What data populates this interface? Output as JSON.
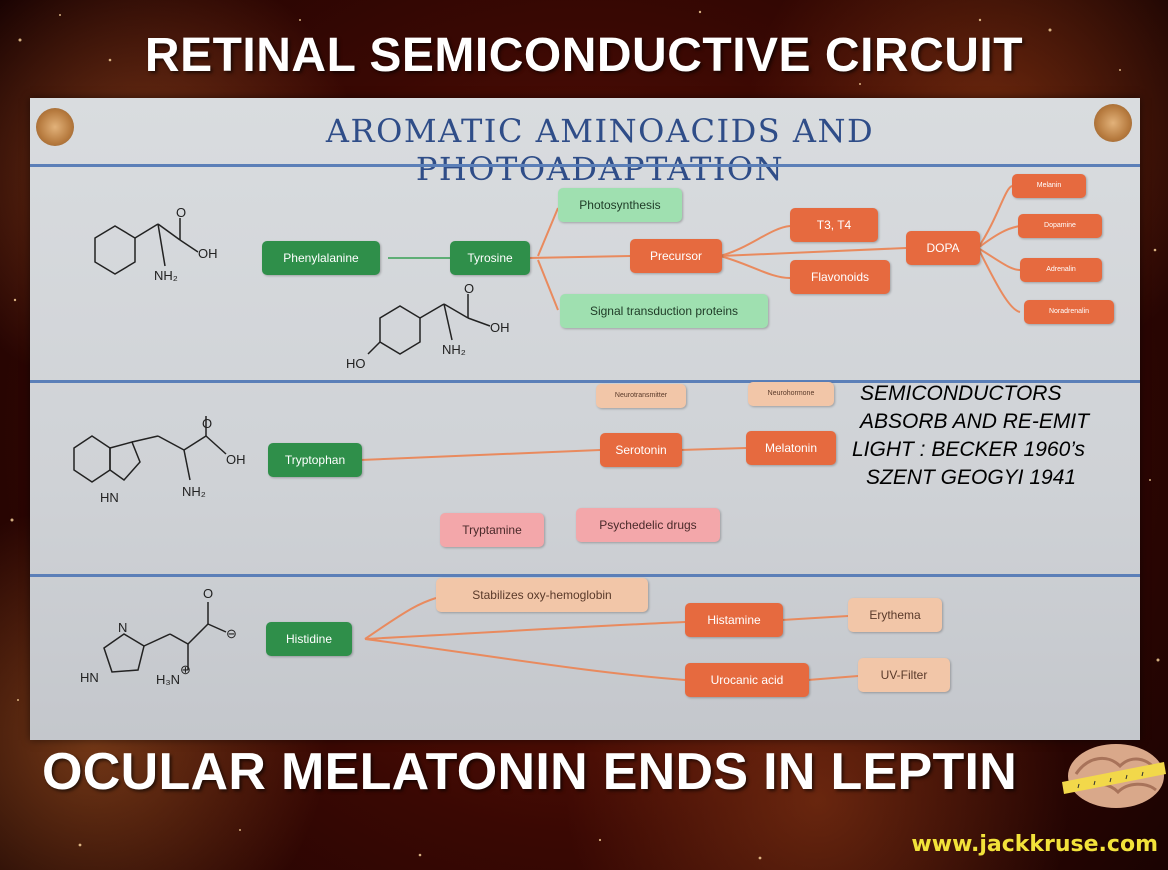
{
  "header": {
    "title": "RETINAL SEMICONDUCTIVE CIRCUIT"
  },
  "footer": {
    "title": "OCULAR MELATONIN ENDS IN LEPTIN",
    "website": "www.jackkruse.com"
  },
  "poster": {
    "title": "AROMATIC AMINOACIDS AND PHOTOADAPTATION",
    "nodes": {
      "phenylalanine": "Phenylalanine",
      "tyrosine": "Tyrosine",
      "photosynthesis": "Photosynthesis",
      "signal": "Signal transduction proteins",
      "precursor": "Precursor",
      "t3t4": "T3, T4",
      "flavonoids": "Flavonoids",
      "dopa": "DOPA",
      "melanin": "Melanin",
      "dopamine": "Dopamine",
      "adrenalin": "Adrenalin",
      "noradrenalin": "Noradrenalin",
      "tryptophan": "Tryptophan",
      "neurotransmitter": "Neurotransmitter",
      "neurohormone": "Neurohormone",
      "serotonin": "Serotonin",
      "melatonin": "Melatonin",
      "tryptamine": "Tryptamine",
      "psychedelic": "Psychedelic drugs",
      "histidine": "Histidine",
      "stabilizes": "Stabilizes oxy-hemoglobin",
      "histamine": "Histamine",
      "erythema": "Erythema",
      "urocanic": "Urocanic acid",
      "uvfilter": "UV-Filter"
    },
    "chem_labels": {
      "o": "O",
      "oh": "OH",
      "nh2": "NH₂",
      "ho": "HO",
      "hn": "HN",
      "n": "N",
      "h3n": "H₃N",
      "plus": "⊕",
      "minus": "⊖"
    },
    "note": [
      "SEMICONDUCTORS",
      "ABSORB AND RE-EMIT",
      "LIGHT :  BECKER 1960’s",
      "SZENT GEOGYI 1941"
    ]
  },
  "colors": {
    "green_dark": "#2f8f4a",
    "green_light": "#9fe0b0",
    "orange": "#e66a3f",
    "peach": "#f2c6a8",
    "pink": "#f3a7aa",
    "title_blue": "#2f4d88",
    "website_yellow": "#f2e23a"
  },
  "icons": [
    "emblem-icon",
    "brain-tape-icon"
  ]
}
